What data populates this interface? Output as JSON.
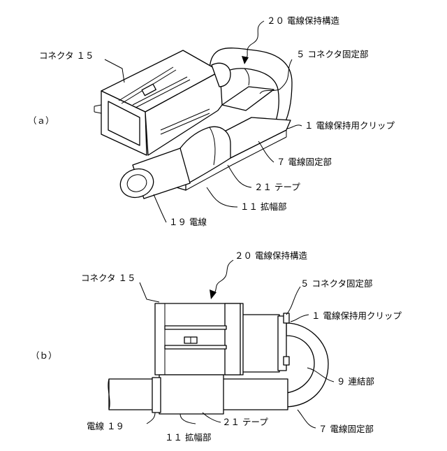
{
  "figure": {
    "panel_a": {
      "tag": "（ａ）",
      "labels": {
        "structure": "２０ 電線保持構造",
        "connector": "コネクタ １５",
        "connector_fixing": "５ コネクタ固定部",
        "clip": "１ 電線保持用クリップ",
        "wire_fixing": "７ 電線固定部",
        "tape": "２１ テープ",
        "widened": "１１ 拡幅部",
        "wire": "１９ 電線"
      }
    },
    "panel_b": {
      "tag": "（ｂ）",
      "labels": {
        "structure": "２０ 電線保持構造",
        "connector": "コネクタ １５",
        "connector_fixing": "５ コネクタ固定部",
        "clip": "１ 電線保持用クリップ",
        "joint": "９ 連結部",
        "wire": "電線 １９",
        "tape": "２１ テープ",
        "widened": "１１ 拡幅部",
        "wire_fixing": "７ 電線固定部"
      }
    }
  }
}
